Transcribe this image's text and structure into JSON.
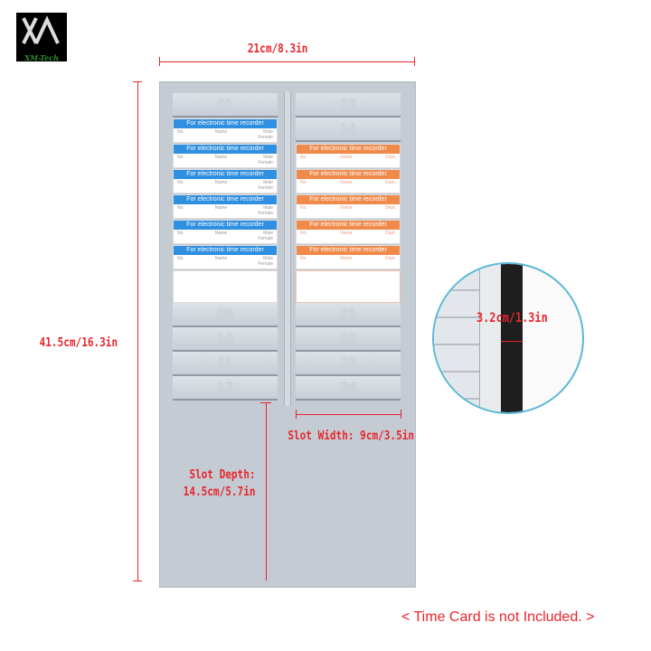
{
  "logo": {
    "text": "XM-Tech",
    "bg": "#000000",
    "accent": "#2e8b2e"
  },
  "dimensions": {
    "width": "21cm/8.3in",
    "height": "41.5cm/16.3in",
    "slot_depth_line1": "Slot Depth:",
    "slot_depth_line2": "14.5cm/5.7in",
    "slot_width": "Slot Width: 9cm/3.5in",
    "thickness": "3.2cm/1.3in"
  },
  "slots": {
    "left_top": [
      "01"
    ],
    "right_top": [
      "13",
      "14"
    ],
    "left_bottom": [
      "09",
      "10",
      "11",
      "12"
    ],
    "right_bottom": [
      "21",
      "22",
      "23",
      "24"
    ]
  },
  "cards": {
    "title": "For electronic time recorder",
    "blue_fields": [
      "No.",
      "Name",
      "Male",
      "Female"
    ],
    "orange_fields": [
      "No.",
      "Name",
      "Dept."
    ],
    "blue_color": "#2f8fe0",
    "orange_color": "#f08a4b"
  },
  "footer": "< Time Card is not Included. >",
  "colors": {
    "annotation": "#e8262c",
    "board": "#c4cbd3",
    "circle_border": "#5bb8d6"
  }
}
